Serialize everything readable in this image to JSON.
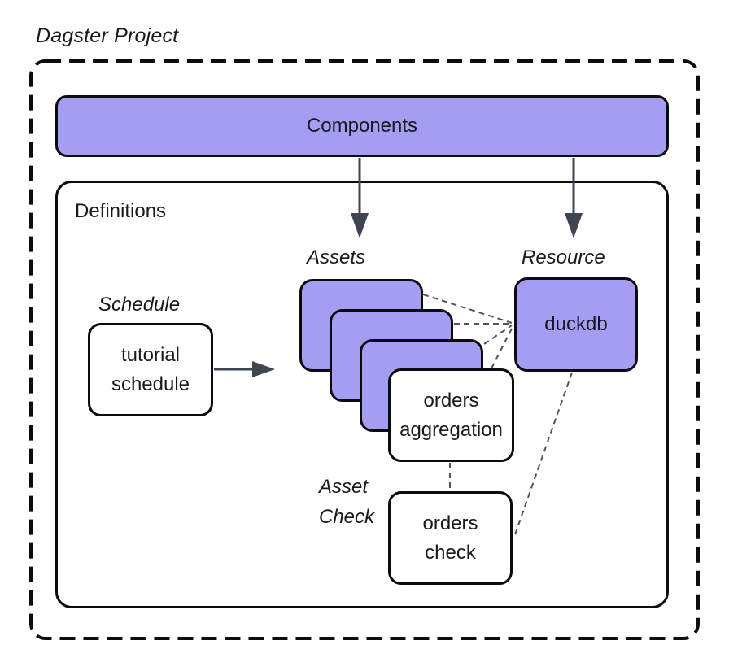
{
  "title": "Dagster Project",
  "colors": {
    "purple": "#A49DF2",
    "line": "#0B0B10",
    "arrow": "#3F4651",
    "connector": "#4C5462",
    "ink": "#17191E",
    "background": "#FFFFFF"
  },
  "components": {
    "label": "Components"
  },
  "definitions": {
    "label": "Definitions",
    "schedule": {
      "section_label": "Schedule",
      "node_lines": [
        "tutorial",
        "schedule"
      ]
    },
    "assets": {
      "section_label": "Assets",
      "stacked_cards": 3,
      "front_node_lines": [
        "orders",
        "aggregation"
      ]
    },
    "resource": {
      "section_label": "Resource",
      "node_label": "duckdb"
    },
    "asset_check": {
      "section_label_lines": [
        "Asset",
        "Check"
      ],
      "node_lines": [
        "orders",
        "check"
      ]
    }
  },
  "connections": [
    {
      "from": "Components",
      "to": "Assets",
      "style": "solid-arrow"
    },
    {
      "from": "Components",
      "to": "Resource",
      "style": "solid-arrow"
    },
    {
      "from": "tutorial schedule",
      "to": "Assets",
      "style": "solid-arrow"
    },
    {
      "from": "asset card 1",
      "to": "duckdb",
      "style": "dashed"
    },
    {
      "from": "asset card 2",
      "to": "duckdb",
      "style": "dashed"
    },
    {
      "from": "asset card 3",
      "to": "duckdb",
      "style": "dashed"
    },
    {
      "from": "orders aggregation",
      "to": "duckdb",
      "style": "dashed"
    },
    {
      "from": "duckdb",
      "to": "orders check",
      "style": "dashed"
    },
    {
      "from": "orders aggregation",
      "to": "orders check",
      "style": "dashed"
    }
  ]
}
